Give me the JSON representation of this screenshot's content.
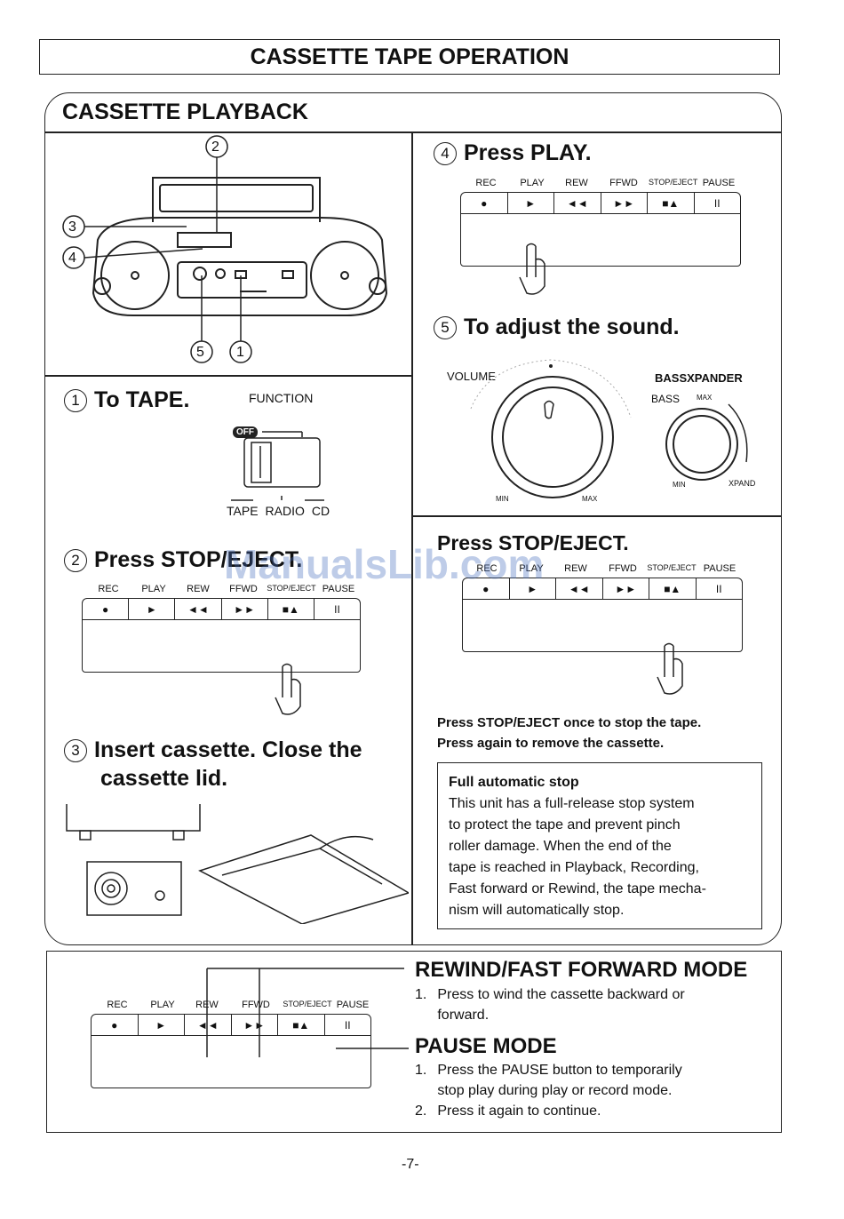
{
  "page_title": "CASSETTE TAPE OPERATION",
  "section_title": "CASSETTE PLAYBACK",
  "callouts": [
    "2",
    "3",
    "4",
    "5",
    "1"
  ],
  "step1": {
    "num": "1",
    "title": "To TAPE.",
    "function_label": "FUNCTION",
    "off_label": "OFF",
    "positions": [
      "TAPE",
      "RADIO",
      "CD"
    ]
  },
  "step2": {
    "num": "2",
    "title": "Press STOP/EJECT."
  },
  "step3": {
    "num": "3",
    "title_line1": "Insert cassette. Close the",
    "title_line2": "cassette lid."
  },
  "step4": {
    "num": "4",
    "title": "Press PLAY."
  },
  "step5": {
    "num": "5",
    "title": "To adjust the sound.",
    "volume_label": "VOLUME",
    "bass_label": "BASSXPANDER",
    "bass_small": "BASS",
    "max": "MAX",
    "min": "MIN",
    "xpand": "XPAND"
  },
  "step_stop": {
    "title": "Press STOP/EJECT."
  },
  "button_labels": [
    "REC",
    "PLAY",
    "REW",
    "FFWD",
    "STOP/EJECT",
    "PAUSE"
  ],
  "button_symbols": [
    "●",
    "►",
    "◄◄",
    "►►",
    "■▲",
    "II"
  ],
  "stop_instructions": {
    "line1": "Press STOP/EJECT once to stop the tape.",
    "line2": "Press again to remove the cassette."
  },
  "note": {
    "title": "Full automatic stop",
    "lines": [
      "This unit has a full-release stop system",
      "to protect the tape and prevent pinch",
      "roller damage. When the end of the",
      "tape is reached in Playback, Recording,",
      "Fast forward or Rewind, the tape mecha-",
      "nism will automatically stop."
    ]
  },
  "rewind_mode": {
    "title": "REWIND/FAST FORWARD MODE",
    "num": "1.",
    "line1": "Press to wind the cassette backward or",
    "line2": "forward."
  },
  "pause_mode": {
    "title": "PAUSE MODE",
    "item1_num": "1.",
    "item1_line1": "Press the PAUSE button to temporarily",
    "item1_line2": "stop play during play or record mode.",
    "item2_num": "2.",
    "item2": "Press it again to continue."
  },
  "page_number": "-7-",
  "watermark": "ManualsLib.com"
}
